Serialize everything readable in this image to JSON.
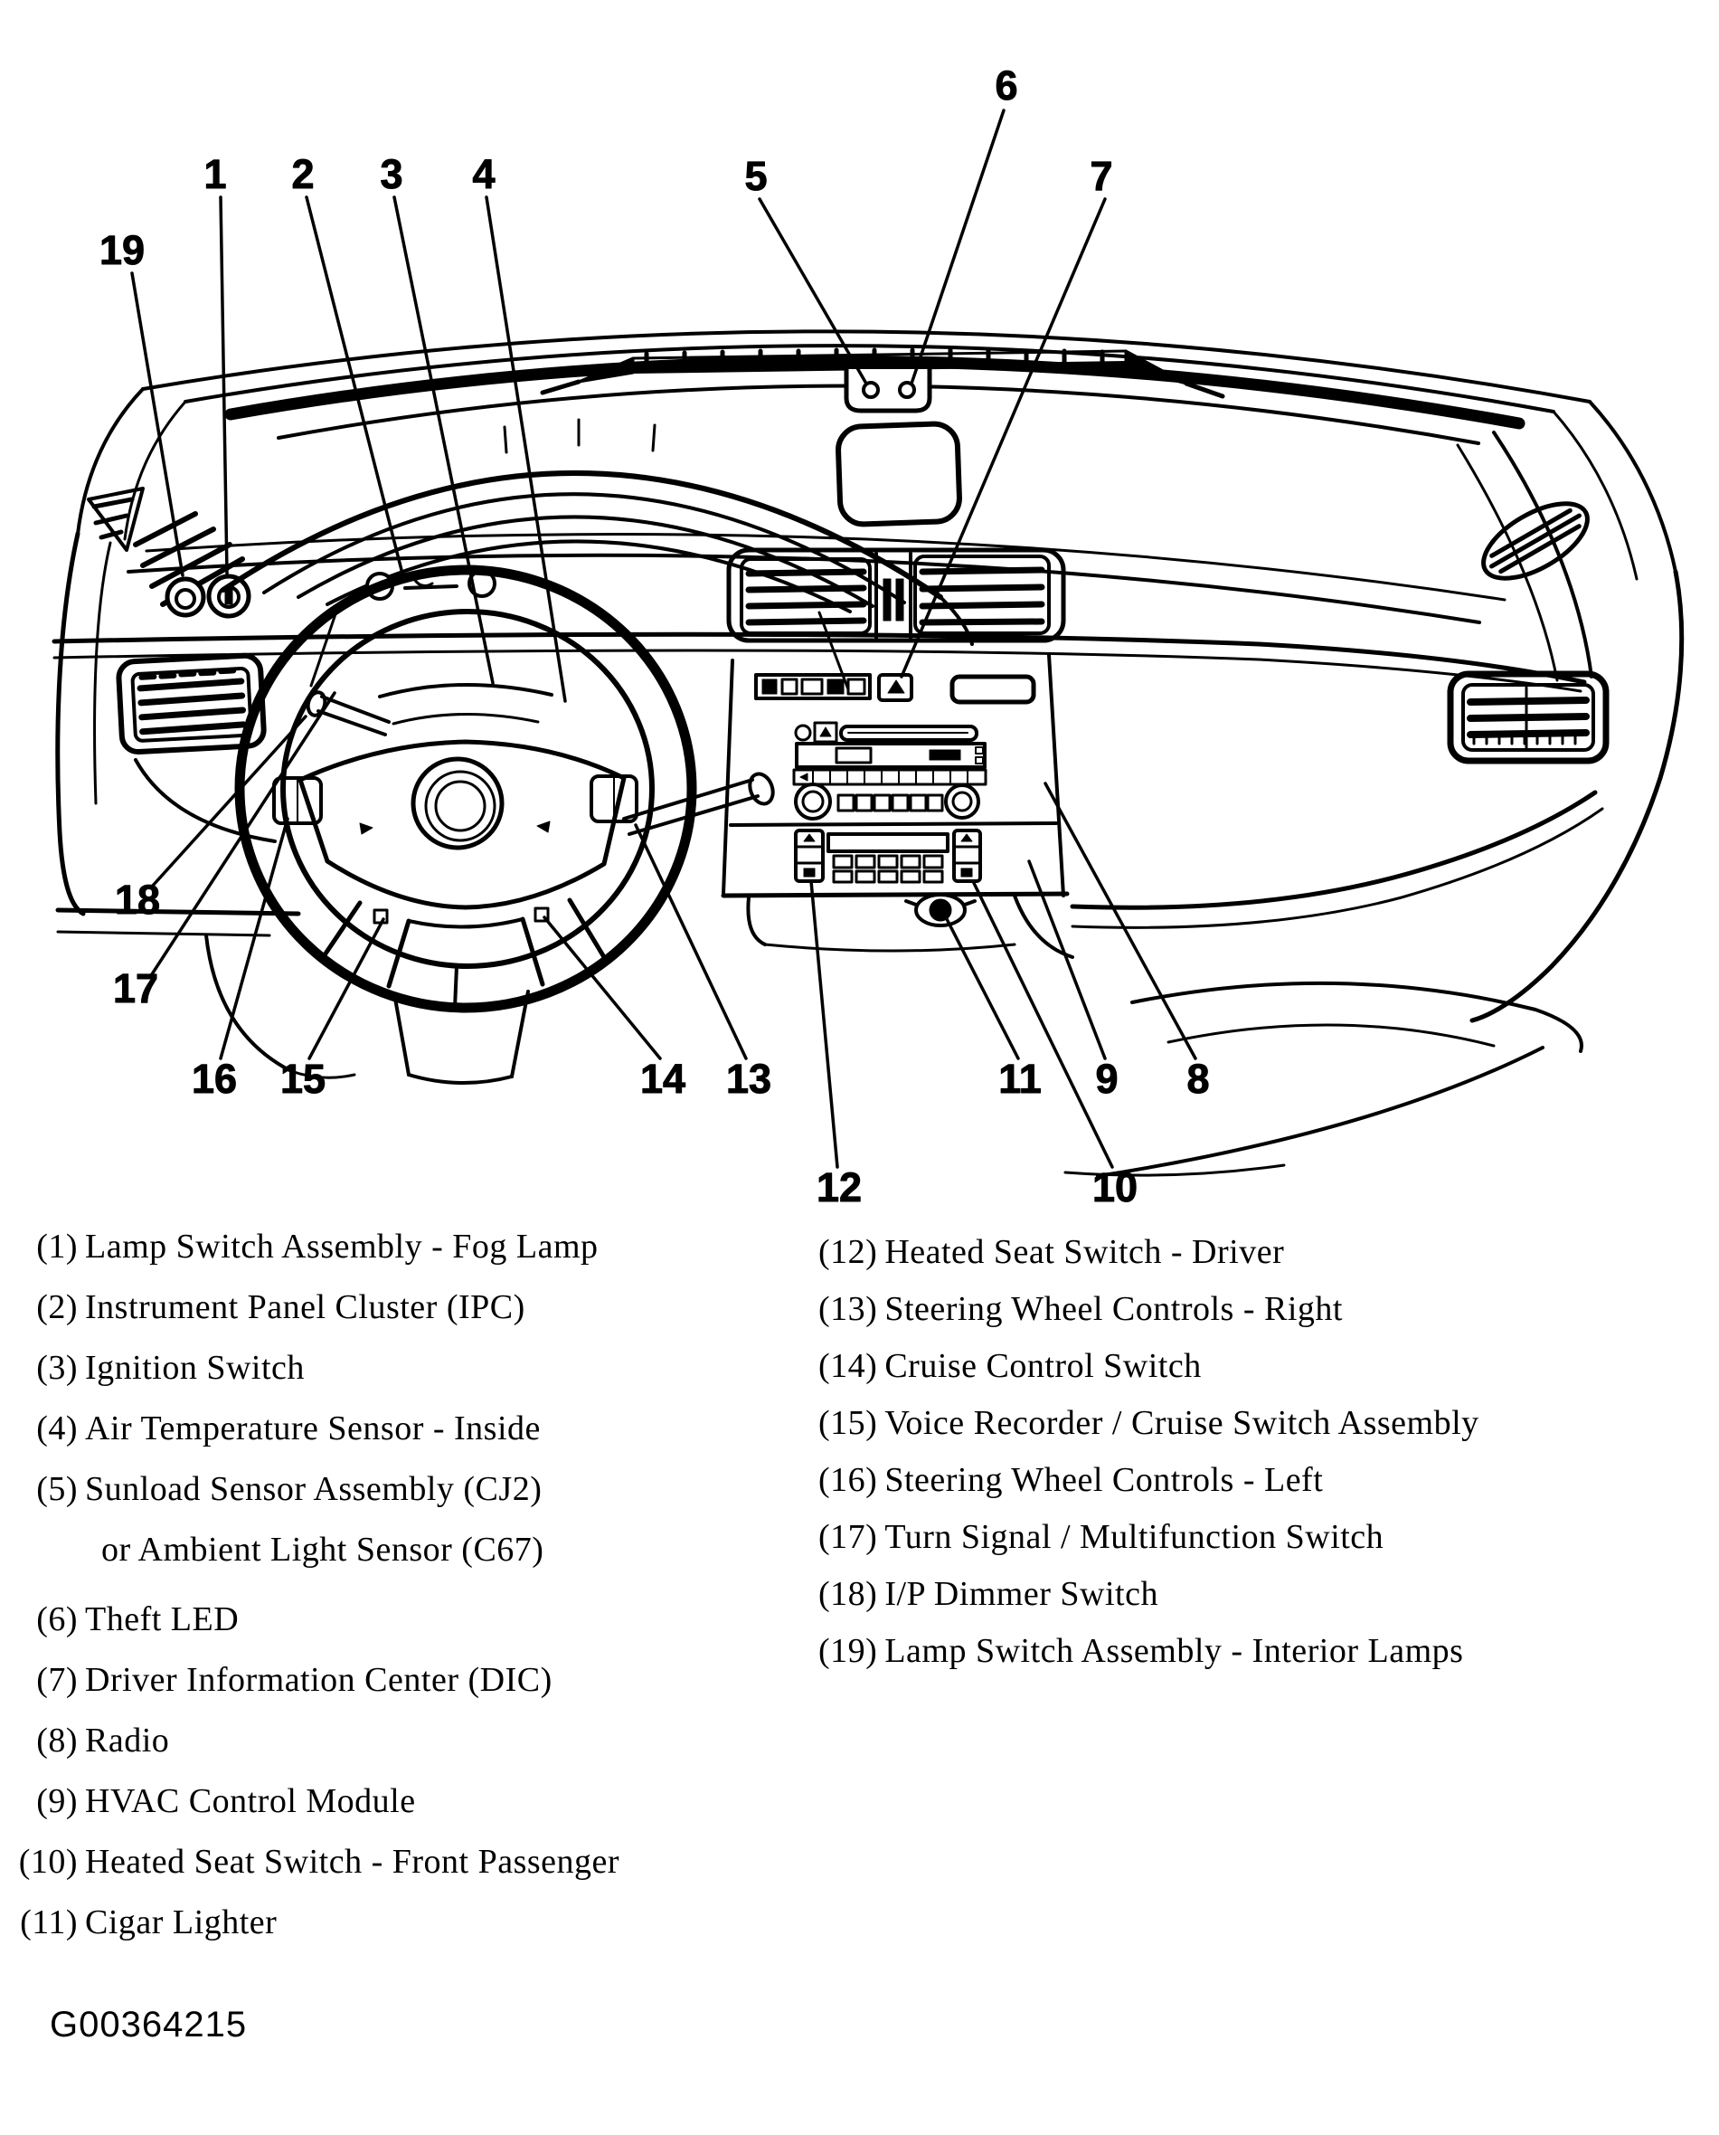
{
  "figure_code": "G00364215",
  "callouts": [
    "1",
    "2",
    "3",
    "4",
    "5",
    "6",
    "7",
    "8",
    "9",
    "10",
    "11",
    "12",
    "13",
    "14",
    "15",
    "16",
    "17",
    "18",
    "19"
  ],
  "legend": {
    "left": [
      {
        "num": "(1)",
        "label": "Lamp Switch Assembly - Fog Lamp"
      },
      {
        "num": "(2)",
        "label": "Instrument Panel Cluster (IPC)"
      },
      {
        "num": "(3)",
        "label": "Ignition Switch"
      },
      {
        "num": "(4)",
        "label": "Air Temperature Sensor - Inside"
      },
      {
        "num": "(5)",
        "label": "Sunload Sensor Assembly (CJ2)"
      },
      {
        "num": "",
        "label": "or Ambient Light Sensor (C67)"
      },
      {
        "num": "(6)",
        "label": "Theft LED"
      },
      {
        "num": "(7)",
        "label": "Driver Information Center (DIC)"
      },
      {
        "num": "(8)",
        "label": "Radio"
      },
      {
        "num": "(9)",
        "label": "HVAC Control Module"
      },
      {
        "num": "(10)",
        "label": "Heated Seat Switch - Front Passenger"
      },
      {
        "num": "(11)",
        "label": "Cigar Lighter"
      }
    ],
    "right": [
      {
        "num": "(12)",
        "label": "Heated Seat Switch - Driver"
      },
      {
        "num": "(13)",
        "label": "Steering Wheel Controls - Right"
      },
      {
        "num": "(14)",
        "label": "Cruise Control Switch"
      },
      {
        "num": "(15)",
        "label": "Voice Recorder / Cruise Switch Assembly"
      },
      {
        "num": "(16)",
        "label": "Steering Wheel Controls - Left"
      },
      {
        "num": "(17)",
        "label": "Turn Signal / Multifunction Switch"
      },
      {
        "num": "(18)",
        "label": "I/P Dimmer Switch"
      },
      {
        "num": "(19)",
        "label": "Lamp Switch Assembly - Interior Lamps"
      }
    ]
  }
}
